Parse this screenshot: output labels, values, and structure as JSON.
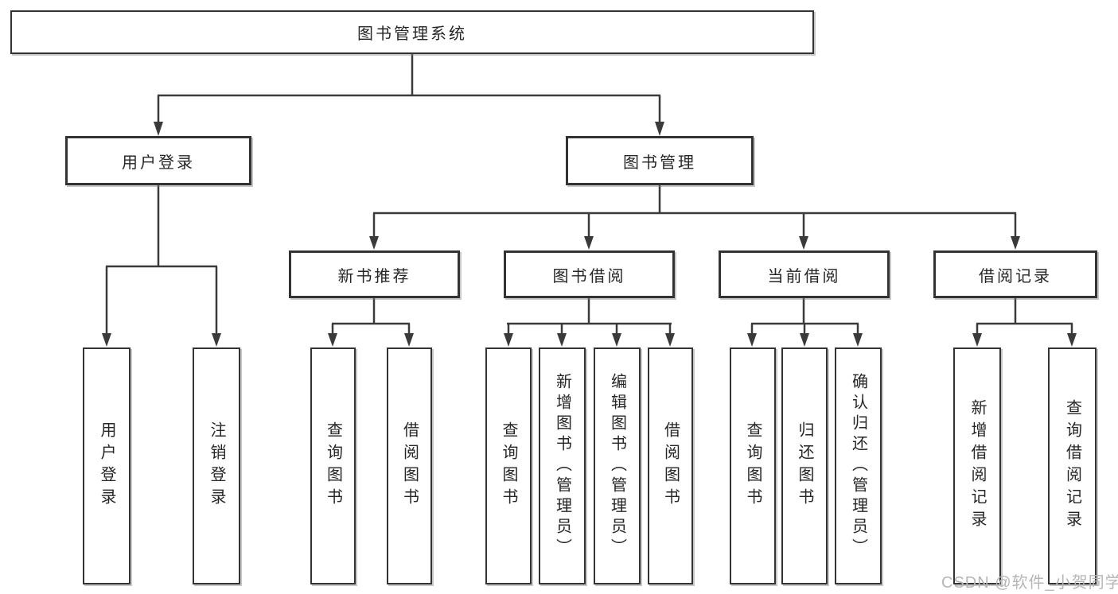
{
  "diagram": {
    "root": {
      "label": "图书管理系统"
    },
    "branches": [
      {
        "label": "用户登录",
        "children": [
          {
            "label": "用户登录"
          },
          {
            "label": "注销登录"
          }
        ]
      },
      {
        "label": "图书管理",
        "children": [
          {
            "label": "新书推荐",
            "children": [
              {
                "label": "查询图书"
              },
              {
                "label": "借阅图书"
              }
            ]
          },
          {
            "label": "图书借阅",
            "children": [
              {
                "label": "查询图书"
              },
              {
                "label": "新增图书（管理员）"
              },
              {
                "label": "编辑图书（管理员）"
              },
              {
                "label": "借阅图书"
              }
            ]
          },
          {
            "label": "当前借阅",
            "children": [
              {
                "label": "查询图书"
              },
              {
                "label": "归还图书"
              },
              {
                "label": "确认归还（管理员）"
              }
            ]
          },
          {
            "label": "借阅记录",
            "children": [
              {
                "label": "新增借阅记录"
              },
              {
                "label": "查询借阅记录"
              }
            ]
          }
        ]
      }
    ]
  },
  "watermark": {
    "text": "CSDN @软件_小贺同学"
  },
  "colors": {
    "line": "#3a3a3a",
    "box_border": "#333333",
    "text": "#262626",
    "watermark": "#b6b6b6",
    "background": "#ffffff"
  }
}
